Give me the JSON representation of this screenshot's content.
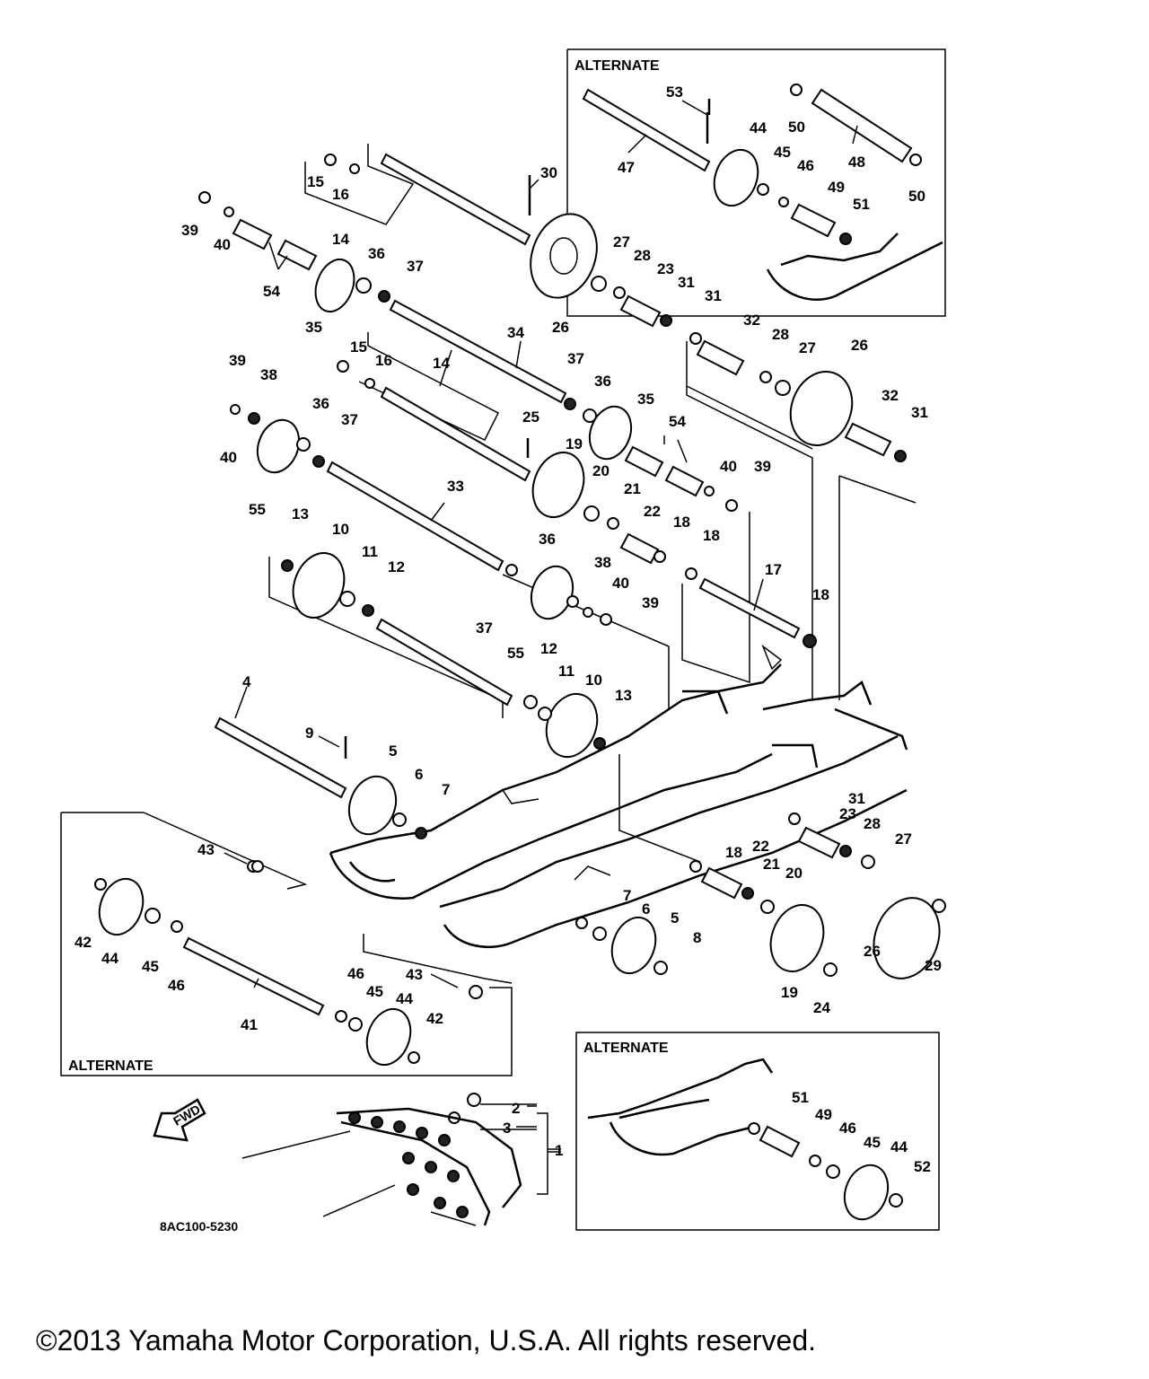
{
  "diagram": {
    "code": "8AC100-5230",
    "fwd_arrow_label": "FWD",
    "alternate_boxes": [
      {
        "title": "ALTERNATE"
      },
      {
        "title": "ALTERNATE"
      },
      {
        "title": "ALTERNATE"
      }
    ],
    "callouts": [
      {
        "id": "c-53",
        "text": "53"
      },
      {
        "id": "c-44a",
        "text": "44"
      },
      {
        "id": "c-45a",
        "text": "45"
      },
      {
        "id": "c-46a",
        "text": "46"
      },
      {
        "id": "c-47",
        "text": "47"
      },
      {
        "id": "c-48",
        "text": "48"
      },
      {
        "id": "c-49a",
        "text": "49"
      },
      {
        "id": "c-50a",
        "text": "50"
      },
      {
        "id": "c-50b",
        "text": "50"
      },
      {
        "id": "c-51a",
        "text": "51"
      },
      {
        "id": "c-15a",
        "text": "15"
      },
      {
        "id": "c-16a",
        "text": "16"
      },
      {
        "id": "c-14a",
        "text": "14"
      },
      {
        "id": "c-39a",
        "text": "39"
      },
      {
        "id": "c-40a",
        "text": "40"
      },
      {
        "id": "c-54a",
        "text": "54"
      },
      {
        "id": "c-36a",
        "text": "36"
      },
      {
        "id": "c-37a",
        "text": "37"
      },
      {
        "id": "c-35a",
        "text": "35"
      },
      {
        "id": "c-30",
        "text": "30"
      },
      {
        "id": "c-26a",
        "text": "26"
      },
      {
        "id": "c-27a",
        "text": "27"
      },
      {
        "id": "c-28a",
        "text": "28"
      },
      {
        "id": "c-23a",
        "text": "23"
      },
      {
        "id": "c-31a",
        "text": "31"
      },
      {
        "id": "c-31b",
        "text": "31"
      },
      {
        "id": "c-32a",
        "text": "32"
      },
      {
        "id": "c-28b",
        "text": "28"
      },
      {
        "id": "c-27b",
        "text": "27"
      },
      {
        "id": "c-26b",
        "text": "26"
      },
      {
        "id": "c-32b",
        "text": "32"
      },
      {
        "id": "c-31c",
        "text": "31"
      },
      {
        "id": "c-34",
        "text": "34"
      },
      {
        "id": "c-15b",
        "text": "15"
      },
      {
        "id": "c-16b",
        "text": "16"
      },
      {
        "id": "c-14b",
        "text": "14"
      },
      {
        "id": "c-39b",
        "text": "39"
      },
      {
        "id": "c-38a",
        "text": "38"
      },
      {
        "id": "c-40b",
        "text": "40"
      },
      {
        "id": "c-36b",
        "text": "36"
      },
      {
        "id": "c-37b",
        "text": "37"
      },
      {
        "id": "c-55a",
        "text": "55"
      },
      {
        "id": "c-37c",
        "text": "37"
      },
      {
        "id": "c-36c",
        "text": "36"
      },
      {
        "id": "c-35b",
        "text": "35"
      },
      {
        "id": "c-25",
        "text": "25"
      },
      {
        "id": "c-19a",
        "text": "19"
      },
      {
        "id": "c-54b",
        "text": "54"
      },
      {
        "id": "c-20a",
        "text": "20"
      },
      {
        "id": "c-21a",
        "text": "21"
      },
      {
        "id": "c-40c",
        "text": "40"
      },
      {
        "id": "c-39c",
        "text": "39"
      },
      {
        "id": "c-33",
        "text": "33"
      },
      {
        "id": "c-22a",
        "text": "22"
      },
      {
        "id": "c-18a",
        "text": "18"
      },
      {
        "id": "c-18b",
        "text": "18"
      },
      {
        "id": "c-13a",
        "text": "13"
      },
      {
        "id": "c-10a",
        "text": "10"
      },
      {
        "id": "c-11a",
        "text": "11"
      },
      {
        "id": "c-12a",
        "text": "12"
      },
      {
        "id": "c-36d",
        "text": "36"
      },
      {
        "id": "c-38b",
        "text": "38"
      },
      {
        "id": "c-40d",
        "text": "40"
      },
      {
        "id": "c-39d",
        "text": "39"
      },
      {
        "id": "c-17",
        "text": "17"
      },
      {
        "id": "c-18c",
        "text": "18"
      },
      {
        "id": "c-37d",
        "text": "37"
      },
      {
        "id": "c-55b",
        "text": "55"
      },
      {
        "id": "c-12b",
        "text": "12"
      },
      {
        "id": "c-11b",
        "text": "11"
      },
      {
        "id": "c-10b",
        "text": "10"
      },
      {
        "id": "c-13b",
        "text": "13"
      },
      {
        "id": "c-4",
        "text": "4"
      },
      {
        "id": "c-9",
        "text": "9"
      },
      {
        "id": "c-5a",
        "text": "5"
      },
      {
        "id": "c-6a",
        "text": "6"
      },
      {
        "id": "c-7a",
        "text": "7"
      },
      {
        "id": "c-31d",
        "text": "31"
      },
      {
        "id": "c-23b",
        "text": "23"
      },
      {
        "id": "c-28c",
        "text": "28"
      },
      {
        "id": "c-27c",
        "text": "27"
      },
      {
        "id": "c-18d",
        "text": "18"
      },
      {
        "id": "c-22b",
        "text": "22"
      },
      {
        "id": "c-21b",
        "text": "21"
      },
      {
        "id": "c-20b",
        "text": "20"
      },
      {
        "id": "c-7b",
        "text": "7"
      },
      {
        "id": "c-6b",
        "text": "6"
      },
      {
        "id": "c-5b",
        "text": "5"
      },
      {
        "id": "c-8",
        "text": "8"
      },
      {
        "id": "c-19b",
        "text": "19"
      },
      {
        "id": "c-24",
        "text": "24"
      },
      {
        "id": "c-26c",
        "text": "26"
      },
      {
        "id": "c-29",
        "text": "29"
      },
      {
        "id": "c-43a",
        "text": "43"
      },
      {
        "id": "c-42a",
        "text": "42"
      },
      {
        "id": "c-44b",
        "text": "44"
      },
      {
        "id": "c-45b",
        "text": "45"
      },
      {
        "id": "c-46b",
        "text": "46"
      },
      {
        "id": "c-41",
        "text": "41"
      },
      {
        "id": "c-43b",
        "text": "43"
      },
      {
        "id": "c-46c",
        "text": "46"
      },
      {
        "id": "c-45c",
        "text": "45"
      },
      {
        "id": "c-44c",
        "text": "44"
      },
      {
        "id": "c-42b",
        "text": "42"
      },
      {
        "id": "c-2",
        "text": "2"
      },
      {
        "id": "c-3",
        "text": "3"
      },
      {
        "id": "c-1",
        "text": "1"
      },
      {
        "id": "c-51b",
        "text": "51"
      },
      {
        "id": "c-49b",
        "text": "49"
      },
      {
        "id": "c-46d",
        "text": "46"
      },
      {
        "id": "c-45d",
        "text": "45"
      },
      {
        "id": "c-44d",
        "text": "44"
      },
      {
        "id": "c-52",
        "text": "52"
      }
    ]
  },
  "footer": {
    "copyright": "©2013 Yamaha Motor Corporation, U.S.A. All rights reserved."
  }
}
